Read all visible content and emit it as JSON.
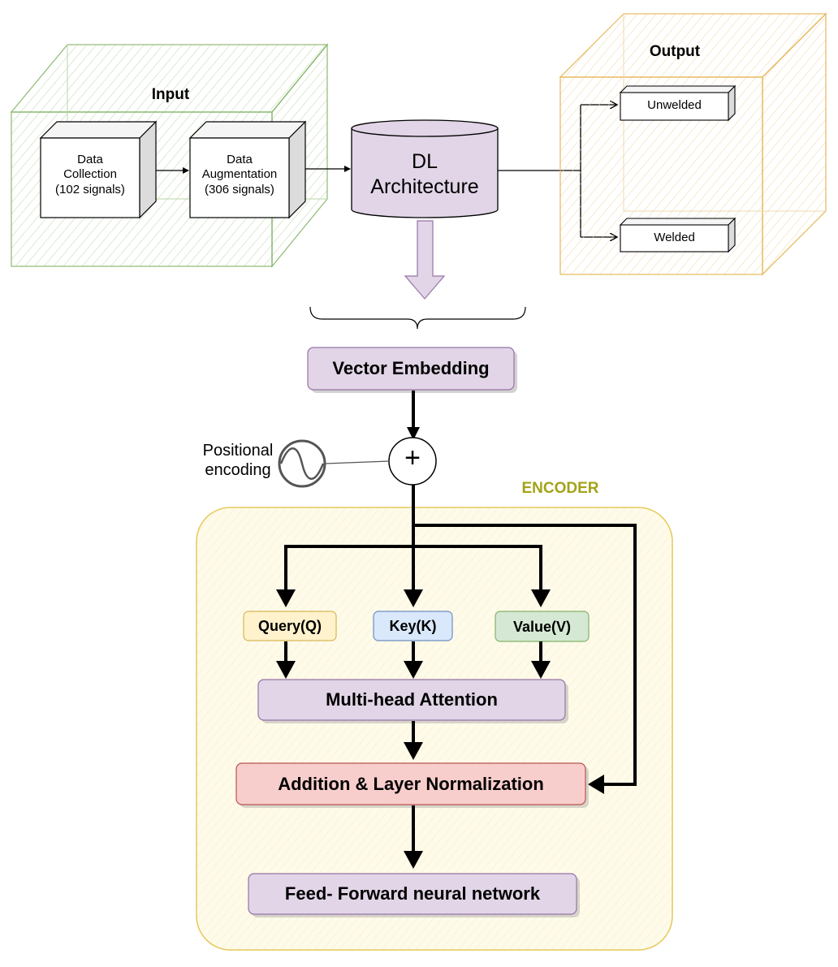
{
  "input": {
    "title": "Input",
    "data_collection": {
      "line1": "Data",
      "line2": "Collection",
      "line3": "(102 signals)"
    },
    "data_augmentation": {
      "line1": "Data",
      "line2": "Augmentation",
      "line3": "(306 signals)"
    }
  },
  "architecture": {
    "line1": "DL",
    "line2": "Architecture"
  },
  "output": {
    "title": "Output",
    "unwelded": "Unwelded",
    "welded": "Welded"
  },
  "vector_embedding": "Vector Embedding",
  "positional_encoding": {
    "line1": "Positional",
    "line2": "encoding"
  },
  "plus_symbol": "+",
  "encoder": {
    "title": "ENCODER",
    "query": "Query(Q)",
    "key": "Key(K)",
    "value": "Value(V)",
    "attention": "Multi-head Attention",
    "add_norm": "Addition & Layer Normalization",
    "feed_forward": "Feed- Forward neural network"
  },
  "colors": {
    "input_green": "#82b366",
    "output_orange": "#e6b656",
    "purple_fill": "#e1d5e7",
    "purple_stroke": "#9673a6",
    "encoder_fill": "#fff8dc",
    "encoder_stroke": "#e6c85a",
    "encoder_title": "#a3a31a",
    "query_fill": "#fff2cc",
    "key_fill": "#dae8fc",
    "value_fill": "#d5e8d4",
    "addnorm_fill": "#f8cecc",
    "addnorm_stroke": "#b85450"
  }
}
